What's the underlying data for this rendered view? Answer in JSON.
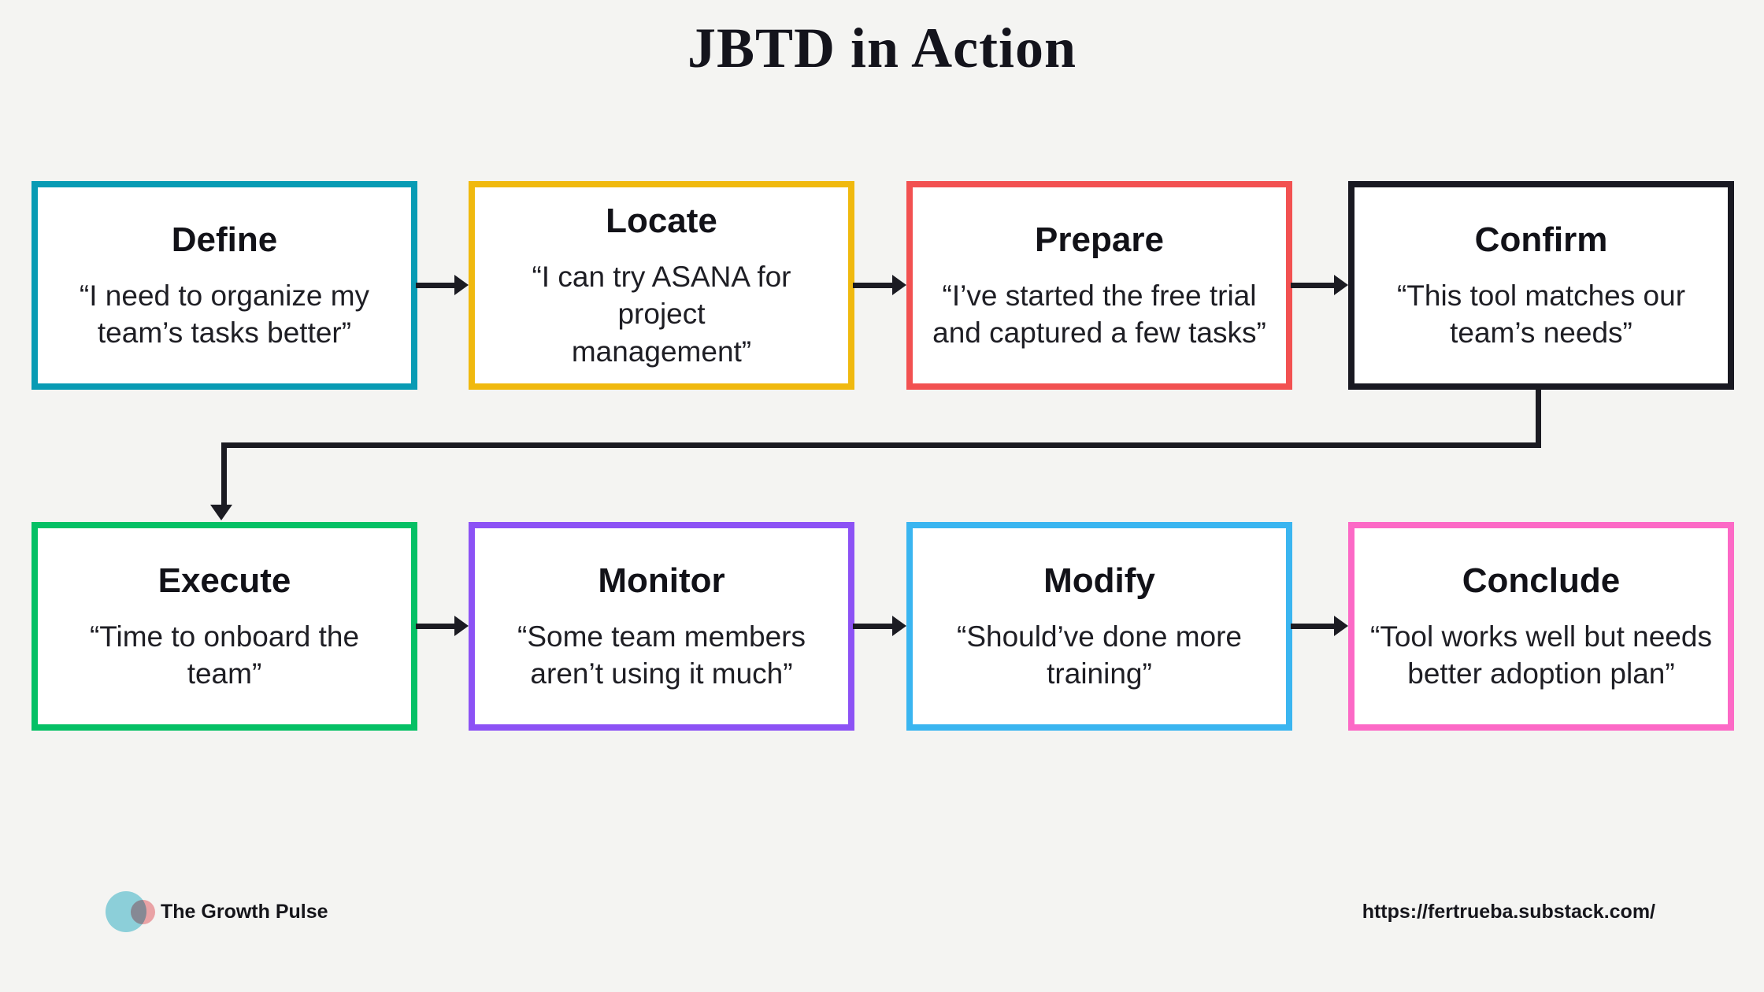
{
  "page": {
    "title": "JBTD in Action"
  },
  "steps": [
    {
      "name": "Define",
      "quote": "“I need to organize my\nteam’s tasks better”",
      "border_color": "#089BB4"
    },
    {
      "name": "Locate",
      "quote": "“I can try ASANA for project\nmanagement”",
      "border_color": "#F0B90F"
    },
    {
      "name": "Prepare",
      "quote": "“I’ve started the free trial\nand captured a few tasks”",
      "border_color": "#F25151"
    },
    {
      "name": "Confirm",
      "quote": "“This tool matches our\nteam’s needs”",
      "border_color": "#191922"
    },
    {
      "name": "Execute",
      "quote": "“Time to onboard the team”",
      "border_color": "#05C065"
    },
    {
      "name": "Monitor",
      "quote": "“Some team members\naren’t using it much”",
      "border_color": "#8C52F5"
    },
    {
      "name": "Modify",
      "quote": "“Should’ve done more\ntraining”",
      "border_color": "#3AB5F0"
    },
    {
      "name": "Conclude",
      "quote": "“Tool works well but needs\nbetter adoption plan”",
      "border_color": "#FC69C6"
    }
  ],
  "colors": {
    "background": "#F4F4F2",
    "box_fill": "#FFFFFF",
    "connector": "#1B1B22",
    "logo_teal": "#8CCFD9",
    "logo_pink": "#F4A9AE"
  },
  "footer": {
    "brand": "The Growth Pulse",
    "url": "https://fertrueba.substack.com/"
  }
}
